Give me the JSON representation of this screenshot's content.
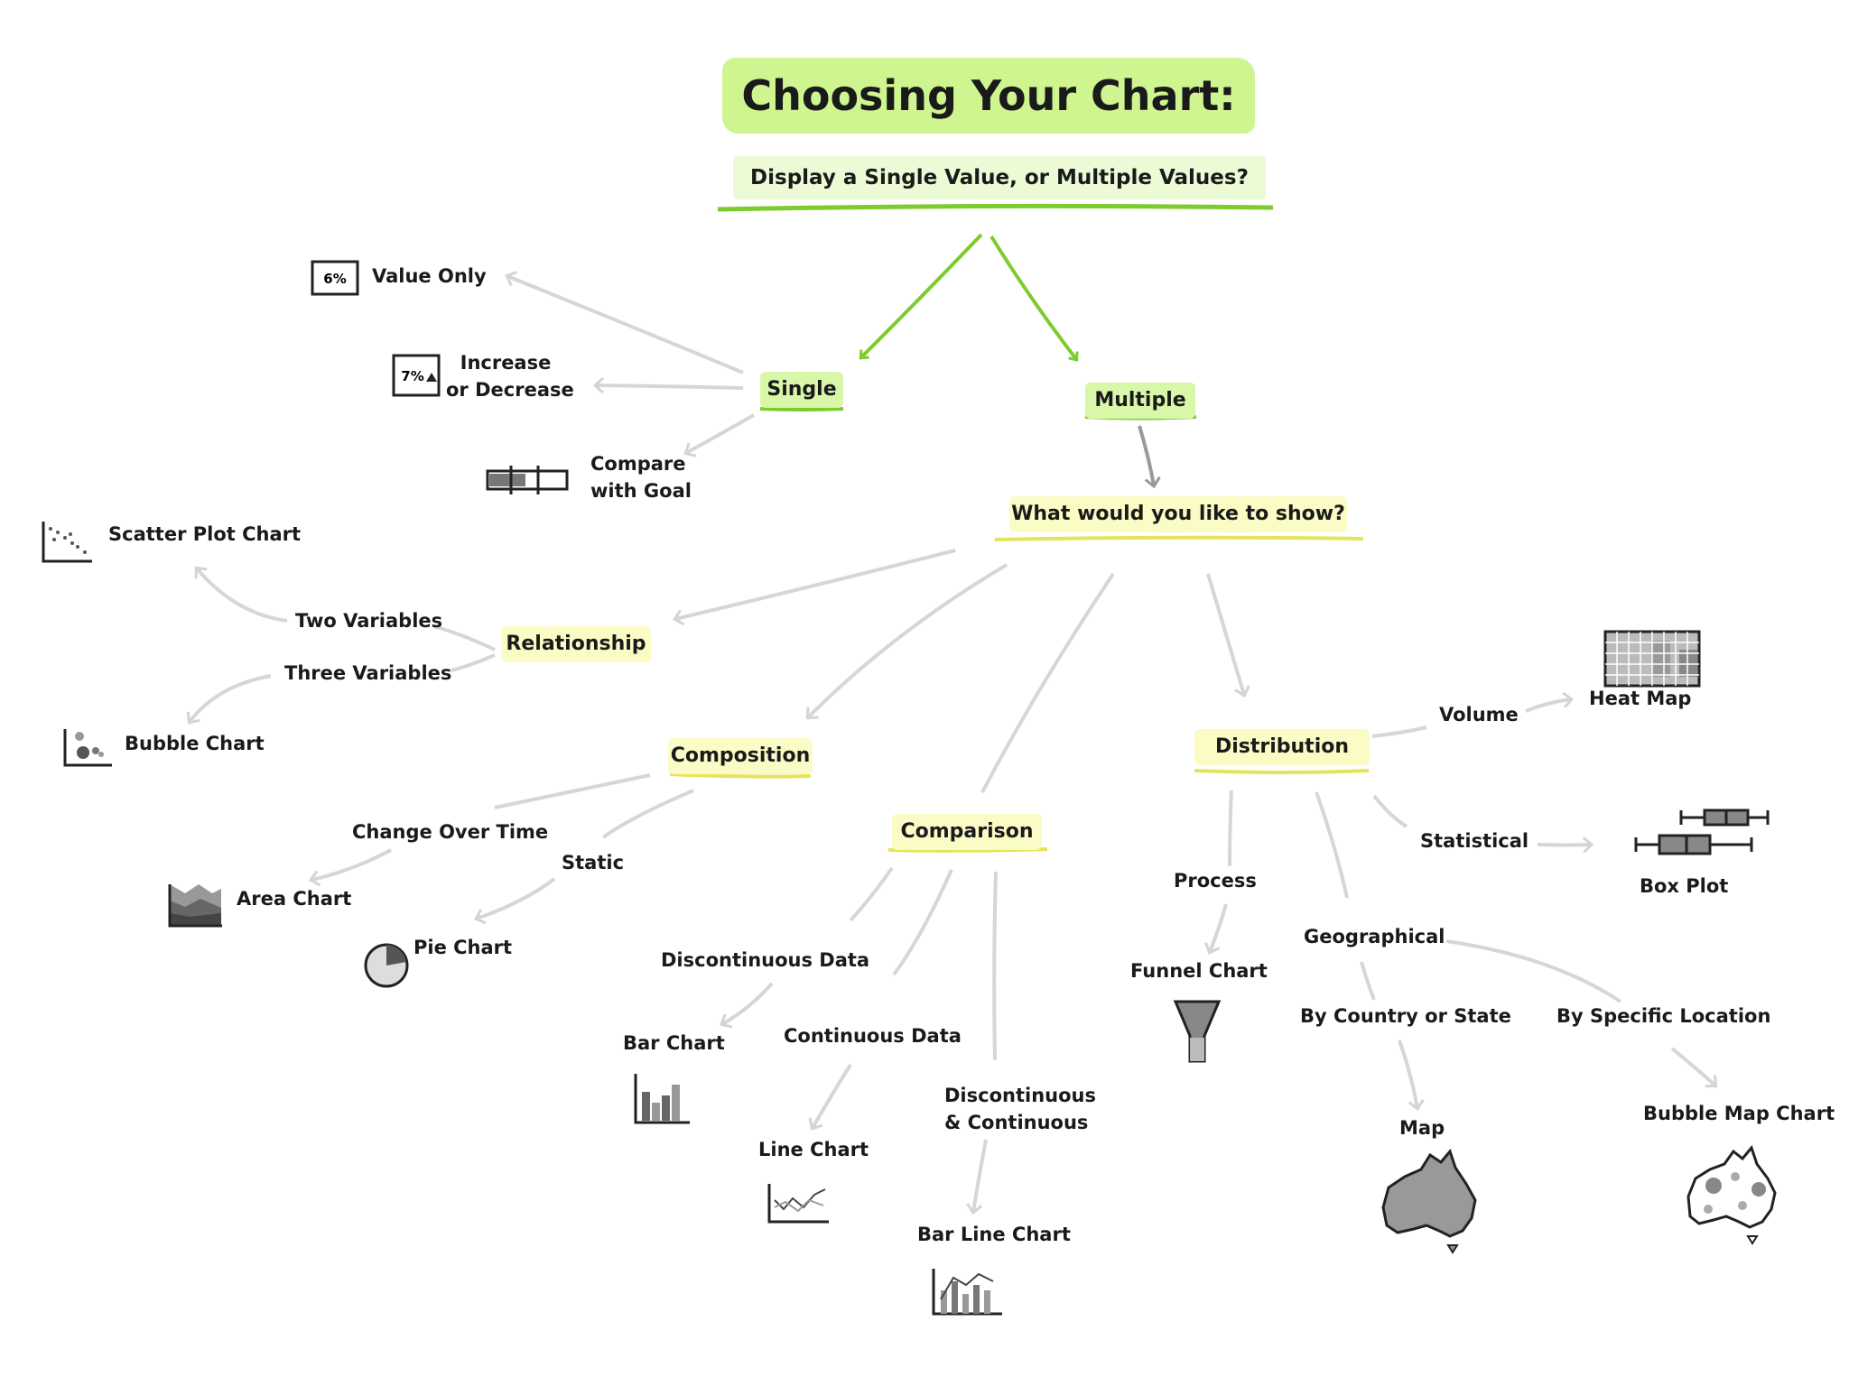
{
  "title": "Choosing Your Chart:",
  "question": "Display a Single Value, or Multiple Values?",
  "branches": {
    "single": "Single",
    "multiple": "Multiple"
  },
  "single_options": {
    "value_only": "Value Only",
    "increase_line1": "Increase",
    "increase_line2": "or Decrease",
    "goal_line1": "Compare",
    "goal_line2": "with Goal",
    "icon_value": "6%",
    "icon_increase": "7%"
  },
  "show_question": "What would you like to show?",
  "categories": {
    "relationship": "Relationship",
    "composition": "Composition",
    "comparison": "Comparison",
    "distribution": "Distribution"
  },
  "relationship": {
    "two_variables": "Two Variables",
    "three_variables": "Three Variables",
    "scatter": "Scatter Plot Chart",
    "bubble": "Bubble Chart"
  },
  "composition": {
    "change_over_time": "Change Over Time",
    "static": "Static",
    "area": "Area Chart",
    "pie": "Pie Chart"
  },
  "comparison": {
    "discontinuous": "Discontinuous Data",
    "continuous": "Continuous Data",
    "disc_cont_line1": "Discontinuous",
    "disc_cont_line2": "& Continuous",
    "bar": "Bar Chart",
    "line": "Line Chart",
    "bar_line": "Bar Line Chart"
  },
  "distribution": {
    "volume": "Volume",
    "heat_map": "Heat Map",
    "statistical": "Statistical",
    "box_plot": "Box Plot",
    "process": "Process",
    "funnel": "Funnel Chart",
    "geographical": "Geographical",
    "by_country": "By Country or State",
    "by_location": "By Specific Location",
    "map": "Map",
    "bubble_map": "Bubble Map Chart"
  },
  "colors": {
    "green_accent": "#7dcb2e",
    "green_fill": "#cef58f",
    "yellow_fill": "#fbfbc6",
    "yellow_underline": "#e4e45a",
    "connector": "#d6d6d6"
  }
}
